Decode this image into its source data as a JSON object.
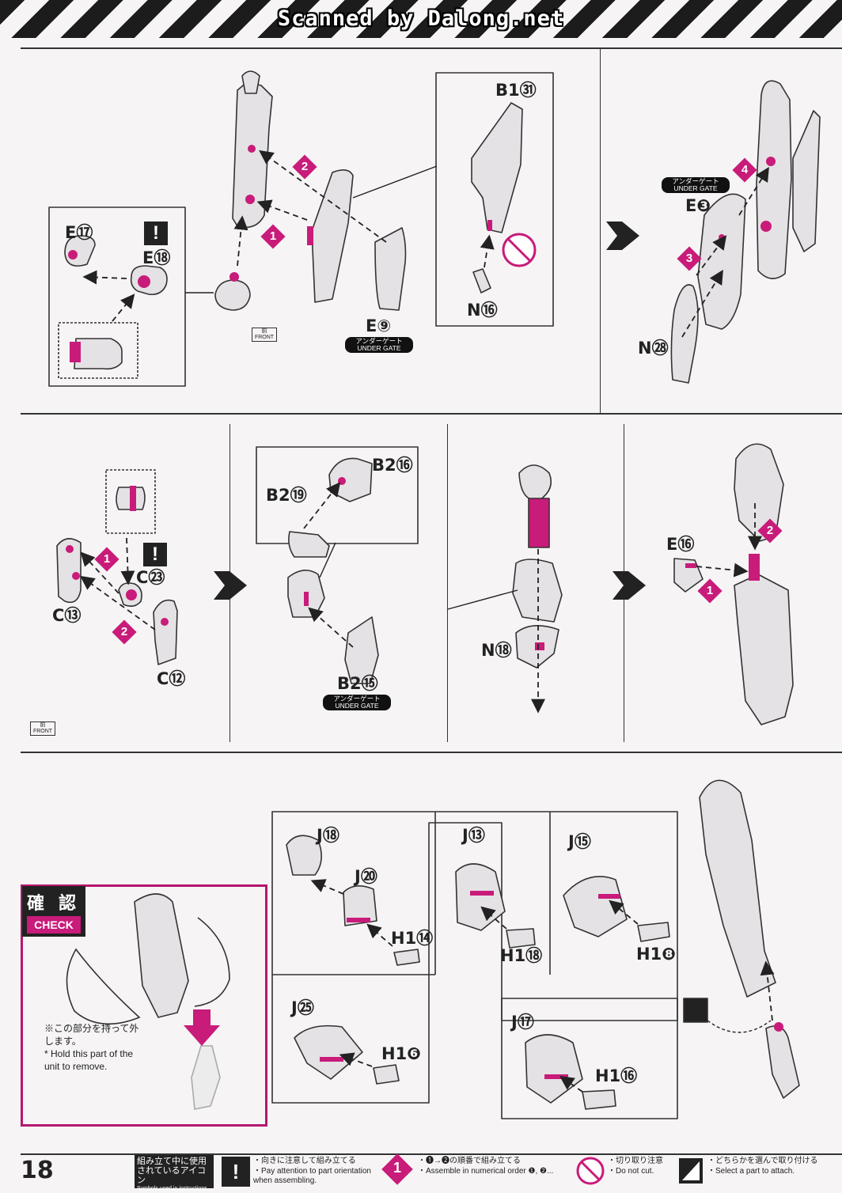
{
  "header": {
    "scan_credit": "Scanned by Dalong.net"
  },
  "page_number": "18",
  "under_gate": {
    "jp": "アンダーゲート",
    "en": "UNDER GATE"
  },
  "front_icon": {
    "jp": "前",
    "en": "FRONT"
  },
  "steps": [
    "1",
    "2",
    "3",
    "4"
  ],
  "labels": {
    "E17": "E⑰",
    "E18": "E⑱",
    "E9": "E⑨",
    "B131": "B1㉛",
    "N16": "N⑯",
    "E3": "E❸",
    "N28": "N㉘",
    "C13": "C⑬",
    "C23": "C㉓",
    "C12": "C⑫",
    "B216": "B2⑯",
    "B219": "B2⑲",
    "B215": "B2⑮",
    "N18": "N⑱",
    "E16": "E⑯",
    "J18": "J⑱",
    "J20": "J⑳",
    "H114": "H1⑭",
    "J13": "J⑬",
    "H118": "H1⑱",
    "J15": "J⑮",
    "H18": "H1❽",
    "J25": "J㉕",
    "H16": "H1❻",
    "J17": "J⑰",
    "H116": "H1⑯"
  },
  "check": {
    "title_jp": "確 認",
    "title_en": "CHECK",
    "note_jp": "※この部分を持って外します。",
    "note_en": "* Hold this part of the unit to remove."
  },
  "legend": {
    "title_jp": "組み立て中に使用されているアイコン",
    "title_en": "Symbols used in instructions",
    "items": [
      {
        "icon": "!",
        "jp": "・向きに注意して組み立てる",
        "en": "・Pay attention to part orientation when assembling."
      },
      {
        "icon": "1",
        "jp": "・❶→❷の順番で組み立てる",
        "en": "・Assemble in numerical order ❶, ❷..."
      },
      {
        "icon": "x",
        "jp": "・切り取り注意",
        "en": "・Do not cut."
      },
      {
        "icon": "sel",
        "jp": "・どちらかを選んで取り付ける",
        "en": "・Select a part to attach."
      }
    ]
  },
  "colors": {
    "accent": "#c81b7a",
    "ink": "#222222",
    "part_fill": "#e4e2e4",
    "paper": "#f6f4f5"
  }
}
